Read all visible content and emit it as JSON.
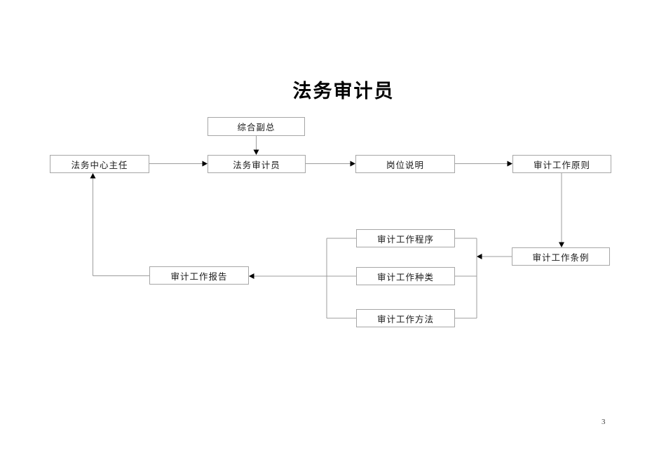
{
  "page": {
    "title": "法务审计员",
    "page_number": "3"
  },
  "diagram": {
    "nodes": [
      {
        "id": "deputy-general-manager",
        "label": "综合副总"
      },
      {
        "id": "legal-center-director",
        "label": "法务中心主任"
      },
      {
        "id": "legal-auditor",
        "label": "法务审计员"
      },
      {
        "id": "position-description",
        "label": "岗位说明"
      },
      {
        "id": "audit-work-principles",
        "label": "审计工作原则"
      },
      {
        "id": "audit-work-procedures",
        "label": "审计工作程序"
      },
      {
        "id": "audit-work-regulations",
        "label": "审计工作条例"
      },
      {
        "id": "audit-work-report",
        "label": "审计工作报告"
      },
      {
        "id": "audit-work-types",
        "label": "审计工作种类"
      },
      {
        "id": "audit-work-methods",
        "label": "审计工作方法"
      }
    ],
    "edges": [
      {
        "from": "综合副总",
        "to": "法务审计员"
      },
      {
        "from": "法务中心主任",
        "to": "法务审计员"
      },
      {
        "from": "法务审计员",
        "to": "岗位说明"
      },
      {
        "from": "岗位说明",
        "to": "审计工作原则"
      },
      {
        "from": "审计工作原则",
        "to": "审计工作条例"
      },
      {
        "from": "审计工作条例",
        "to": "审计工作程序|审计工作种类|审计工作方法"
      },
      {
        "from": "审计工作程序|审计工作种类|审计工作方法",
        "to": "审计工作报告"
      },
      {
        "from": "审计工作报告",
        "to": "法务中心主任"
      }
    ],
    "colors": {
      "box_border": "#a6a6a6",
      "line": "#9c9c9c",
      "arrowhead": "#000000",
      "text": "#1a1a1a"
    }
  }
}
